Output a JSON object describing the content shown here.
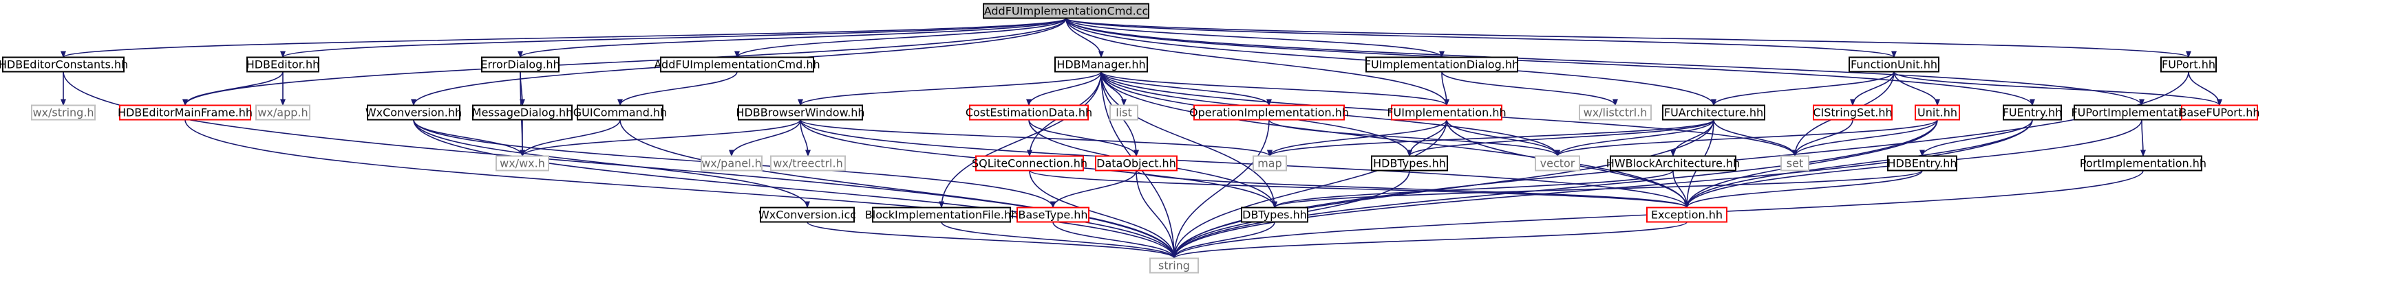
{
  "colors": {
    "edge": "#191970",
    "border_normal": "#000000",
    "border_missing": "#ff0000",
    "border_external": "#bfbfbf",
    "fill_normal": "#ffffff",
    "fill_root": "#bfbfbf",
    "text_normal": "#000000",
    "text_external": "#666666"
  },
  "nodes": [
    {
      "id": "root",
      "label": "AddFUImplementationCmd.cc",
      "kind": "root"
    },
    {
      "id": "hdbeditorconstants",
      "label": "HDBEditorConstants.hh",
      "kind": "normal"
    },
    {
      "id": "hdbeditor",
      "label": "HDBEditor.hh",
      "kind": "normal"
    },
    {
      "id": "wxconversion",
      "label": "WxConversion.hh",
      "kind": "normal"
    },
    {
      "id": "errordialog",
      "label": "ErrorDialog.hh",
      "kind": "normal"
    },
    {
      "id": "addfuimplcmd",
      "label": "AddFUImplementationCmd.hh",
      "kind": "normal"
    },
    {
      "id": "hdbmanager",
      "label": "HDBManager.hh",
      "kind": "normal"
    },
    {
      "id": "fuimpldialog",
      "label": "FUImplementationDialog.hh",
      "kind": "normal"
    },
    {
      "id": "functionunit",
      "label": "FunctionUnit.hh",
      "kind": "normal"
    },
    {
      "id": "fuport",
      "label": "FUPort.hh",
      "kind": "normal"
    },
    {
      "id": "wxstring",
      "label": "wx/string.h",
      "kind": "external"
    },
    {
      "id": "hdbeditormainframe",
      "label": "HDBEditorMainFrame.hh",
      "kind": "missing"
    },
    {
      "id": "wxapp",
      "label": "wx/app.h",
      "kind": "external"
    },
    {
      "id": "messagedialog",
      "label": "MessageDialog.hh",
      "kind": "normal"
    },
    {
      "id": "guicommand",
      "label": "GUICommand.hh",
      "kind": "normal"
    },
    {
      "id": "hdbbrowserwindow",
      "label": "HDBBrowserWindow.hh",
      "kind": "normal"
    },
    {
      "id": "costestimationdata",
      "label": "CostEstimationData.hh",
      "kind": "missing"
    },
    {
      "id": "list",
      "label": "list",
      "kind": "external"
    },
    {
      "id": "operationimpl",
      "label": "OperationImplementation.hh",
      "kind": "missing"
    },
    {
      "id": "fuimplementation",
      "label": "FUImplementation.hh",
      "kind": "missing"
    },
    {
      "id": "wxlistctrl",
      "label": "wx/listctrl.h",
      "kind": "external"
    },
    {
      "id": "fuarchitecture",
      "label": "FUArchitecture.hh",
      "kind": "normal"
    },
    {
      "id": "cistringset",
      "label": "CIStringSet.hh",
      "kind": "missing"
    },
    {
      "id": "unit",
      "label": "Unit.hh",
      "kind": "missing"
    },
    {
      "id": "fuentry",
      "label": "FUEntry.hh",
      "kind": "normal"
    },
    {
      "id": "fuportimpl",
      "label": "FUPortImplementation.hh",
      "kind": "normal"
    },
    {
      "id": "basefuport",
      "label": "BaseFUPort.hh",
      "kind": "missing"
    },
    {
      "id": "wxwx",
      "label": "wx/wx.h",
      "kind": "external"
    },
    {
      "id": "wxpanel",
      "label": "wx/panel.h",
      "kind": "external"
    },
    {
      "id": "wxtreectrl",
      "label": "wx/treectrl.h",
      "kind": "external"
    },
    {
      "id": "sqliteconnection",
      "label": "SQLiteConnection.hh",
      "kind": "missing"
    },
    {
      "id": "dataobject",
      "label": "DataObject.hh",
      "kind": "missing"
    },
    {
      "id": "map",
      "label": "map",
      "kind": "external"
    },
    {
      "id": "hdbtypes",
      "label": "HDBTypes.hh",
      "kind": "normal"
    },
    {
      "id": "vector",
      "label": "vector",
      "kind": "external"
    },
    {
      "id": "hwblockarch",
      "label": "HWBlockArchitecture.hh",
      "kind": "normal"
    },
    {
      "id": "set",
      "label": "set",
      "kind": "external"
    },
    {
      "id": "hdbentry",
      "label": "HDBEntry.hh",
      "kind": "normal"
    },
    {
      "id": "portimpl",
      "label": "PortImplementation.hh",
      "kind": "normal"
    },
    {
      "id": "wxconversionicc",
      "label": "WxConversion.icc",
      "kind": "normal"
    },
    {
      "id": "blockimplfile",
      "label": "BlockImplementationFile.hh",
      "kind": "normal"
    },
    {
      "id": "basetype",
      "label": "BaseType.hh",
      "kind": "missing"
    },
    {
      "id": "dbtypes",
      "label": "DBTypes.hh",
      "kind": "normal"
    },
    {
      "id": "exception",
      "label": "Exception.hh",
      "kind": "missing"
    },
    {
      "id": "string",
      "label": "string",
      "kind": "external"
    }
  ],
  "edges": [
    [
      "root",
      "hdbeditorconstants"
    ],
    [
      "root",
      "hdbeditor"
    ],
    [
      "root",
      "wxconversion"
    ],
    [
      "root",
      "errordialog"
    ],
    [
      "root",
      "addfuimplcmd"
    ],
    [
      "root",
      "hdbmanager"
    ],
    [
      "root",
      "fuimpldialog"
    ],
    [
      "root",
      "functionunit"
    ],
    [
      "root",
      "fuport"
    ],
    [
      "root",
      "hdbeditormainframe"
    ],
    [
      "root",
      "fuentry"
    ],
    [
      "root",
      "fuarchitecture"
    ],
    [
      "root",
      "fuportimpl"
    ],
    [
      "root",
      "fuimplementation"
    ],
    [
      "hdbeditorconstants",
      "wxstring"
    ],
    [
      "hdbeditorconstants",
      "string"
    ],
    [
      "hdbeditor",
      "wxapp"
    ],
    [
      "hdbeditor",
      "hdbeditormainframe"
    ],
    [
      "hdbeditormainframe",
      "string"
    ],
    [
      "errordialog",
      "messagedialog"
    ],
    [
      "errordialog",
      "wxwx"
    ],
    [
      "messagedialog",
      "wxwx"
    ],
    [
      "addfuimplcmd",
      "guicommand"
    ],
    [
      "guicommand",
      "wxwx"
    ],
    [
      "guicommand",
      "string"
    ],
    [
      "wxconversion",
      "wxwx"
    ],
    [
      "wxconversion",
      "wxconversionicc"
    ],
    [
      "wxconversion",
      "string"
    ],
    [
      "wxconversion",
      "basetype"
    ],
    [
      "wxconversionicc",
      "string"
    ],
    [
      "hdbmanager",
      "hdbbrowserwindow"
    ],
    [
      "hdbmanager",
      "costestimationdata"
    ],
    [
      "hdbmanager",
      "list"
    ],
    [
      "hdbmanager",
      "operationimpl"
    ],
    [
      "hdbmanager",
      "fuimplementation"
    ],
    [
      "hdbmanager",
      "sqliteconnection"
    ],
    [
      "hdbmanager",
      "dataobject"
    ],
    [
      "hdbmanager",
      "hdbtypes"
    ],
    [
      "hdbmanager",
      "vector"
    ],
    [
      "hdbmanager",
      "set"
    ],
    [
      "hdbmanager",
      "exception"
    ],
    [
      "hdbmanager",
      "dbtypes"
    ],
    [
      "hdbmanager",
      "blockimplfile"
    ],
    [
      "hdbmanager",
      "string"
    ],
    [
      "hdbbrowserwindow",
      "wxwx"
    ],
    [
      "hdbbrowserwindow",
      "wxpanel"
    ],
    [
      "hdbbrowserwindow",
      "wxtreectrl"
    ],
    [
      "hdbbrowserwindow",
      "map"
    ],
    [
      "hdbbrowserwindow",
      "dbtypes"
    ],
    [
      "hdbbrowserwindow",
      "exception"
    ],
    [
      "costestimationdata",
      "dataobject"
    ],
    [
      "costestimationdata",
      "dbtypes"
    ],
    [
      "operationimpl",
      "vector"
    ],
    [
      "operationimpl",
      "string"
    ],
    [
      "fuimplementation",
      "hdbtypes"
    ],
    [
      "fuimplementation",
      "map"
    ],
    [
      "fuimplementation",
      "vector"
    ],
    [
      "fuimplementation",
      "exception"
    ],
    [
      "fuimplementation",
      "string"
    ],
    [
      "fuimpldialog",
      "wxlistctrl"
    ],
    [
      "fuimpldialog",
      "fuimplementation"
    ],
    [
      "functionunit",
      "cistringset"
    ],
    [
      "functionunit",
      "unit"
    ],
    [
      "functionunit",
      "fuarchitecture"
    ],
    [
      "functionunit",
      "basefuport"
    ],
    [
      "functionunit",
      "set"
    ],
    [
      "fuport",
      "basefuport"
    ],
    [
      "fuport",
      "string"
    ],
    [
      "fuarchitecture",
      "hwblockarch"
    ],
    [
      "fuarchitecture",
      "hdbtypes"
    ],
    [
      "fuarchitecture",
      "set"
    ],
    [
      "fuarchitecture",
      "vector"
    ],
    [
      "fuarchitecture",
      "map"
    ],
    [
      "fuarchitecture",
      "exception"
    ],
    [
      "fuarchitecture",
      "string"
    ],
    [
      "cistringset",
      "set"
    ],
    [
      "unit",
      "set"
    ],
    [
      "unit",
      "vector"
    ],
    [
      "unit",
      "exception"
    ],
    [
      "unit",
      "string"
    ],
    [
      "fuentry",
      "hdbentry"
    ],
    [
      "fuentry",
      "exception"
    ],
    [
      "fuentry",
      "string"
    ],
    [
      "hdbentry",
      "exception"
    ],
    [
      "hdbentry",
      "dbtypes"
    ],
    [
      "fuportimpl",
      "portimpl"
    ],
    [
      "fuportimpl",
      "exception"
    ],
    [
      "portimpl",
      "string"
    ],
    [
      "sqliteconnection",
      "exception"
    ],
    [
      "sqliteconnection",
      "string"
    ],
    [
      "dataobject",
      "basetype"
    ],
    [
      "dataobject",
      "string"
    ],
    [
      "dataobject",
      "exception"
    ],
    [
      "basetype",
      "string"
    ],
    [
      "hdbtypes",
      "string"
    ],
    [
      "hwblockarch",
      "exception"
    ],
    [
      "hwblockarch",
      "dbtypes"
    ],
    [
      "blockimplfile",
      "string"
    ],
    [
      "dbtypes",
      "string"
    ],
    [
      "exception",
      "string"
    ]
  ]
}
